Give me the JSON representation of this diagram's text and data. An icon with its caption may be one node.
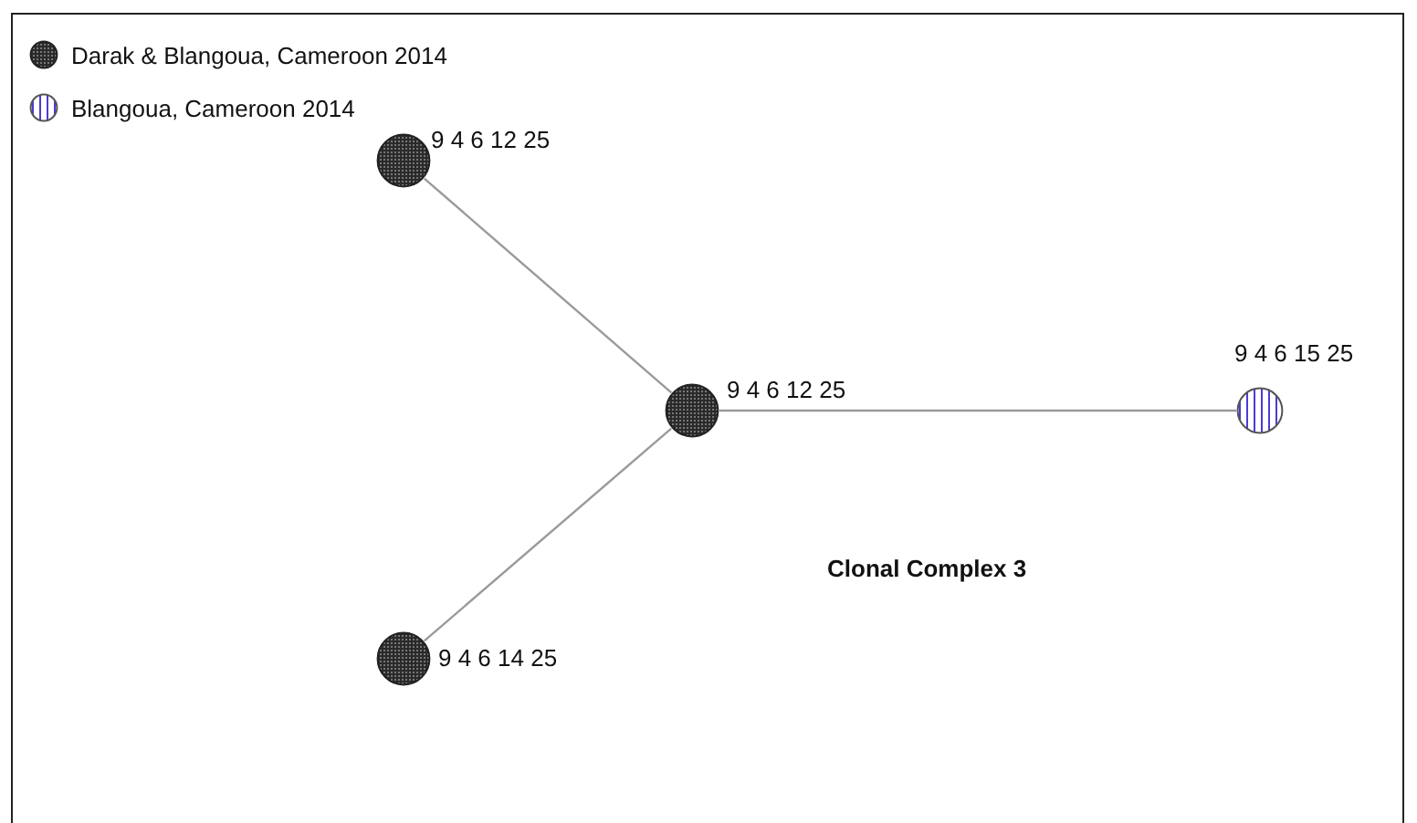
{
  "diagram": {
    "nodes": [
      {
        "text": [],
        "shape": "circle",
        "beside": [
          "9 4 6 12 25"
        ]
      },
      {
        "text": [],
        "shape": "circle",
        "beside": [
          "9 4 6 12 25"
        ]
      },
      {
        "text": [],
        "shape": "circle",
        "beside": [
          "9 4 6 15 25"
        ]
      },
      {
        "text": [],
        "shape": "circle",
        "beside": [
          "9 4 6 14 25"
        ]
      }
    ],
    "edges": [
      {
        "from": 1,
        "to": 0,
        "arrow": "none"
      },
      {
        "from": 1,
        "to": 2,
        "arrow": "none"
      },
      {
        "from": 1,
        "to": 3,
        "arrow": "none"
      }
    ],
    "labels": [
      "Clonal Complex 3"
    ],
    "legend": [
      {
        "text": "Darak & Blangoua, Cameroon 2014"
      },
      {
        "text": "Blangoua, Cameroon 2014"
      }
    ]
  }
}
